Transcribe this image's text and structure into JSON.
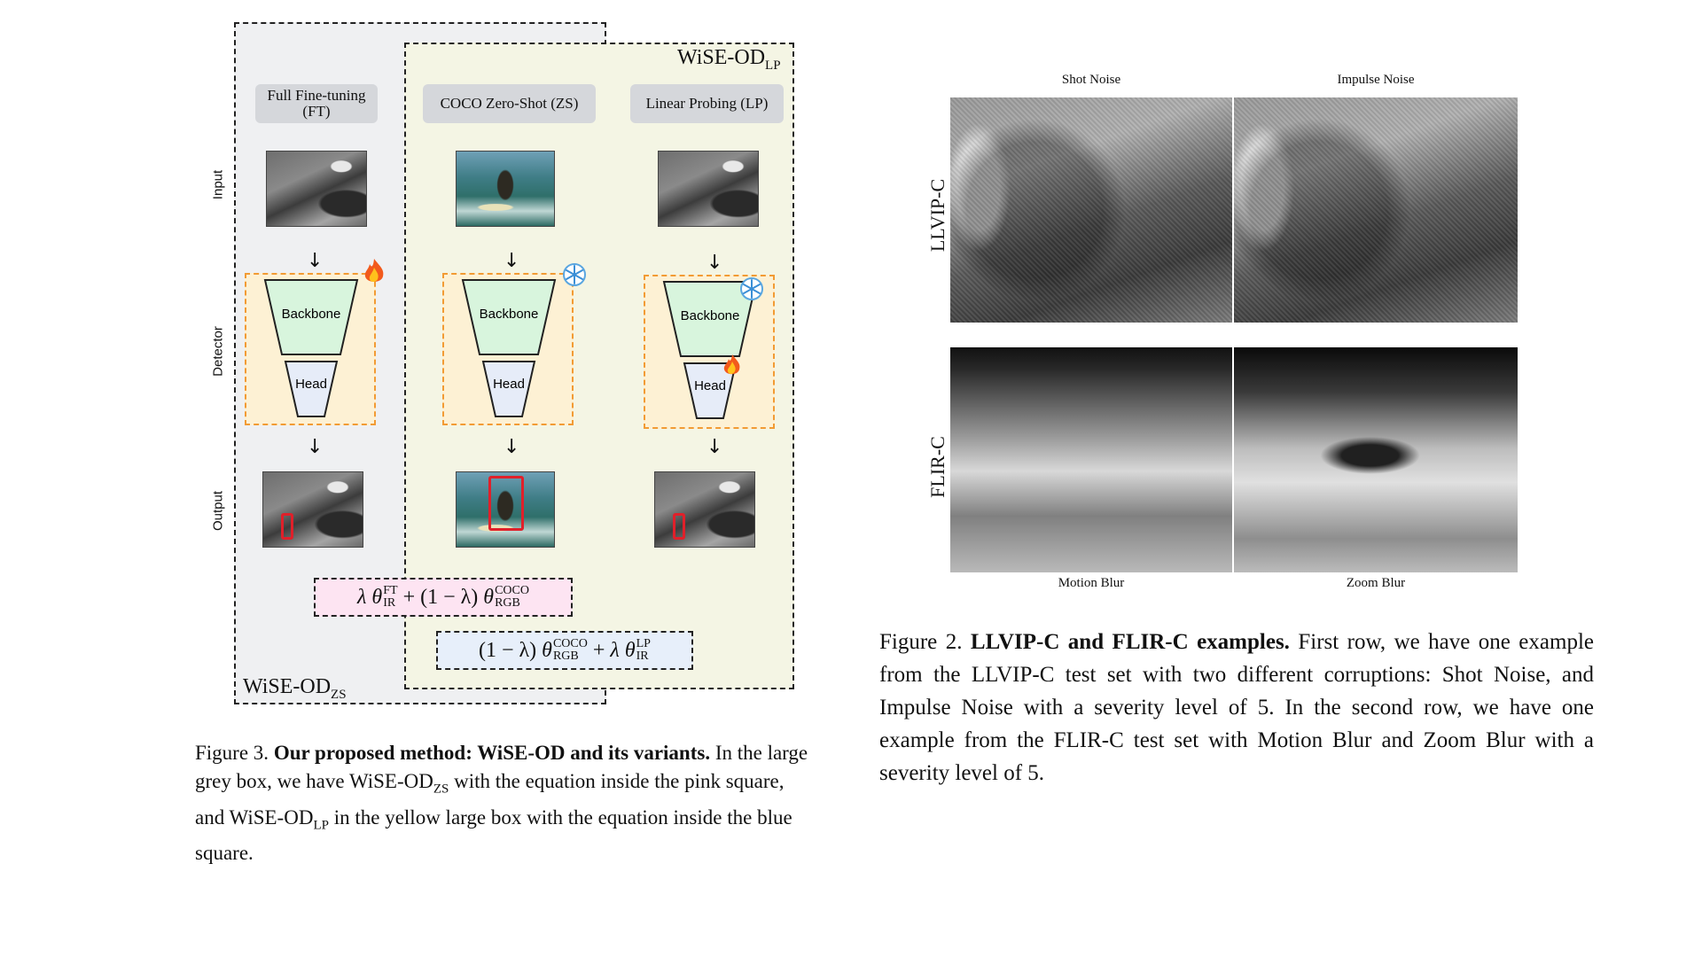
{
  "fig3": {
    "top_right_label_main": "WiSE-OD",
    "top_right_label_sub": "LP",
    "bottom_left_label_main": "WiSE-OD",
    "bottom_left_label_sub": "ZS",
    "columns": [
      {
        "label": "Full Fine-tuning (FT)",
        "state": "fire-icon"
      },
      {
        "label": "COCO Zero-Shot (ZS)",
        "state": "snowflake-icon"
      },
      {
        "label": "Linear Probing (LP)",
        "state": "snowflake-icon"
      }
    ],
    "rows": {
      "input": "Input",
      "detector": "Detector",
      "output": "Output"
    },
    "backbone": "Backbone",
    "head": "Head",
    "eq_zs": {
      "lambda": "λ",
      "theta": "θ",
      "ft_sup": "FT",
      "ir_sub": "IR",
      "plus": "+",
      "one_minus": "(1 − λ)",
      "coco_sup": "COCO",
      "rgb_sub": "RGB"
    },
    "eq_lp": {
      "one_minus": "(1 − λ)",
      "theta": "θ",
      "coco_sup": "COCO",
      "rgb_sub": "RGB",
      "plus": "+",
      "lambda": "λ",
      "lp_sup": "LP",
      "ir_sub": "IR"
    },
    "caption": {
      "prefix": "Figure 3. ",
      "bold": "Our proposed method: WiSE-OD and its variants.",
      "t1": " In the large grey box, we have WiSE-OD",
      "s1": "ZS",
      "t2": " with the equation inside the pink square, and WiSE-OD",
      "s2": "LP",
      "t3": " in the yellow large box with the equation inside the blue square."
    }
  },
  "fig2": {
    "col_top_left": "Shot Noise",
    "col_top_right": "Impulse Noise",
    "col_bottom_left": "Motion Blur",
    "col_bottom_right": "Zoom Blur",
    "row_top": "LLVIP-C",
    "row_bottom": "FLIR-C",
    "caption": {
      "prefix": "Figure 2. ",
      "bold": "LLVIP-C and FLIR-C examples.",
      "text": " First row, we have one example from the LLVIP-C test set with two different corruptions: Shot Noise, and Impulse Noise with a severity level of 5. In the second row, we have one example from the FLIR-C test set with Motion Blur and Zoom Blur with a severity level of 5."
    }
  },
  "colors": {
    "grey_box": "#eff0f2",
    "yellow_box": "#f4f5e4",
    "detector_fill": "#fdf1d4",
    "detector_border": "#f29b34",
    "backbone_fill": "#d8f5dd",
    "head_fill": "#e6ecf8",
    "eq_pink": "#fde4f2",
    "eq_blue": "#e7effa",
    "bbox_red": "#e0202a"
  }
}
